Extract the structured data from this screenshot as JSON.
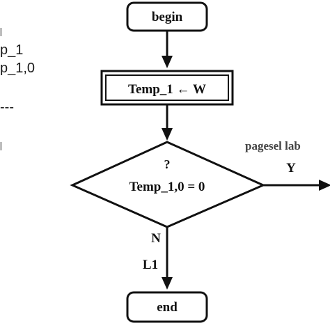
{
  "left_code": {
    "line1": "p_1",
    "line2": "p_1,0",
    "line3": "---"
  },
  "flowchart": {
    "begin": "begin",
    "assign": "Temp_1 ← W",
    "question": "?",
    "condition": "Temp_1,0 = 0",
    "side_label": "pagesel lab",
    "yes": "Y",
    "no": "N",
    "label": "L1",
    "end": "end"
  }
}
